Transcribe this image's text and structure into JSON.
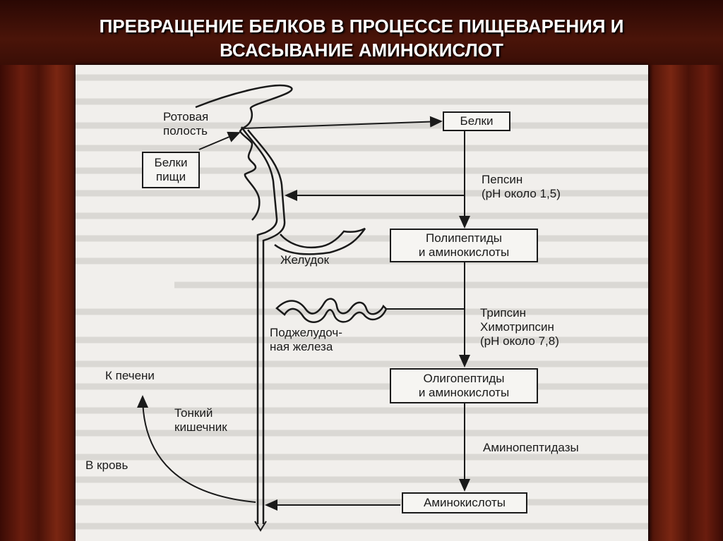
{
  "slide": {
    "title_line1": "ПРЕВРАЩЕНИЕ БЕЛКОВ В ПРОЦЕССЕ ПИЩЕВАРЕНИЯ И",
    "title_line2": "ВСАСЫВАНИЕ АМИНОКИСЛОТ"
  },
  "diagram": {
    "mouth_label_1": "Ротовая",
    "mouth_label_2": "полость",
    "food_proteins_1": "Белки",
    "food_proteins_2": "пищи",
    "stomach_label": "Желудок",
    "pancreas_label_1": "Поджелудоч-",
    "pancreas_label_2": "ная железа",
    "intestine_label_1": "Тонкий",
    "intestine_label_2": "кишечник",
    "to_liver": "К печени",
    "to_blood": "В кровь",
    "box_proteins": "Белки",
    "pepsin_1": "Пепсин",
    "pepsin_2": "(pH около 1,5)",
    "box_polypeptides_1": "Полипептиды",
    "box_polypeptides_2": "и аминокислоты",
    "enzymes_1": "Трипсин",
    "enzymes_2": "Химотрипсин",
    "enzymes_3": "(pH около 7,8)",
    "box_oligopeptides_1": "Олигопептиды",
    "box_oligopeptides_2": "и аминокислоты",
    "aminopeptidases": "Аминопептидазы",
    "box_aminoacids": "Аминокислоты"
  }
}
